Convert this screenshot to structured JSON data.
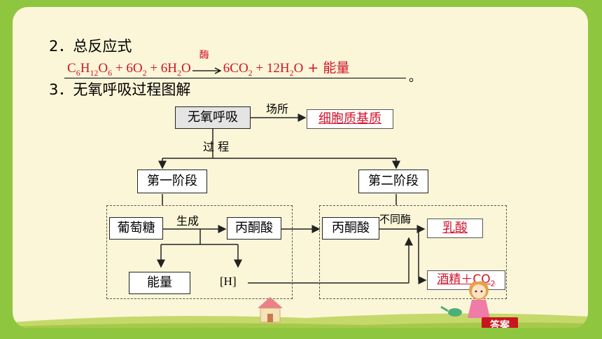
{
  "headings": {
    "total_equation": "2．总反应式",
    "anaerobic_diagram": "3．无氧呼吸过程图解"
  },
  "equation": {
    "reactant_a": "C",
    "reactant_a_sub1": "6",
    "reactant_a_h": "H",
    "reactant_a_sub2": "12",
    "reactant_a_o": "O",
    "reactant_a_sub3": "6",
    "plus1": " + 6O",
    "o2_sub": "2",
    "plus2": " + 6H",
    "h2o_sub": "2",
    "h2o_o": "O",
    "enzyme": "酶",
    "product1": "6CO",
    "co2_sub": "2",
    "plus3": " + 12H",
    "h2o2_sub": "2",
    "h2o2_o": "O",
    "plus4": " + 能量",
    "period": "。"
  },
  "diagram": {
    "root": "无氧呼吸",
    "site_label": "场所",
    "site_answer": "细胞质基质",
    "process_label": "过 程",
    "stage1": "第一阶段",
    "stage2": "第二阶段",
    "glucose": "葡萄糖",
    "generate_label": "生成",
    "pyruvate1": "丙酮酸",
    "pyruvate2": "丙酮酸",
    "energy": "能量",
    "hydrogen": "[H]",
    "different_enzyme_label": "不同酶",
    "lactic_acid": "乳酸",
    "alcohol": "酒精＋CO",
    "alcohol_sub": "2"
  },
  "answer_button": "答案",
  "colors": {
    "answer_red": "#d0142c",
    "page_green": "#8fc63f",
    "slide_bg": "#fbf6d8"
  }
}
